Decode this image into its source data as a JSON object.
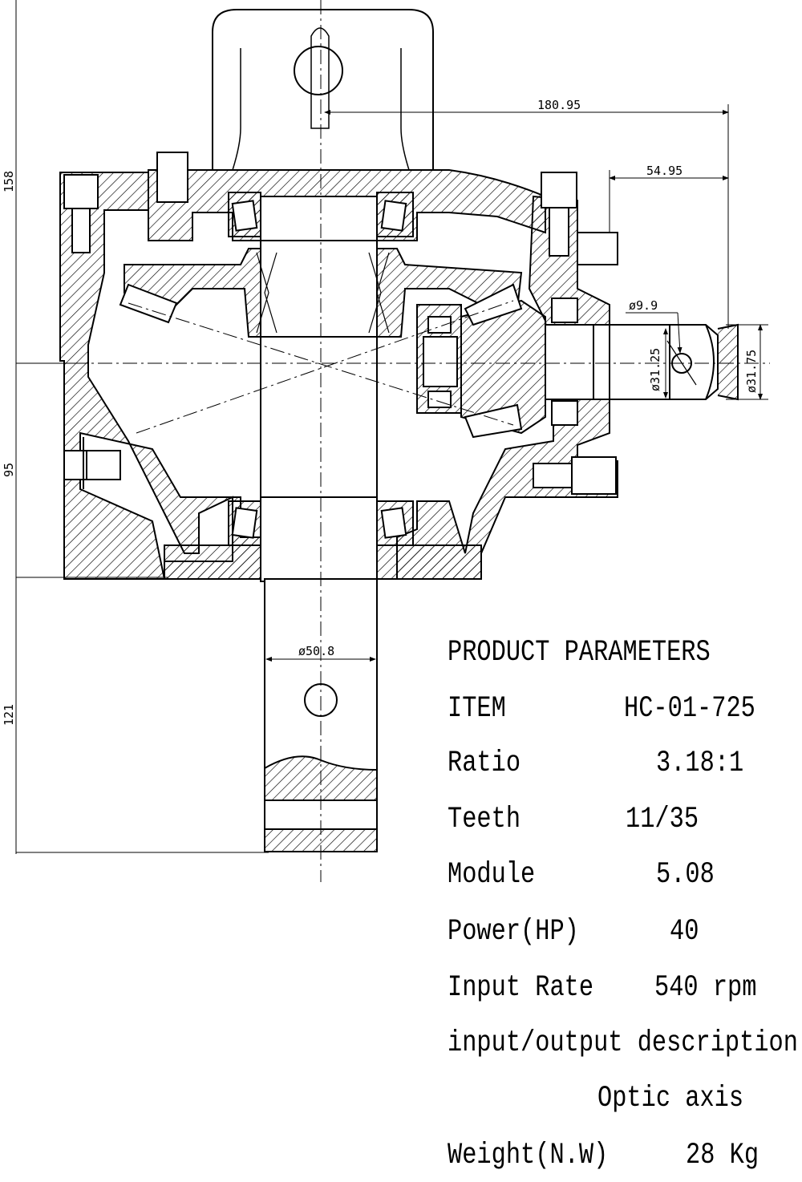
{
  "dimensions": {
    "d_180_95": "180.95",
    "d_54_95": "54.95",
    "d_9_9": "ø9.9",
    "d_31_25": "ø31.25",
    "d_31_75": "ø31.75",
    "d_50_8": "ø50.8",
    "d_158": "158",
    "d_95": "95",
    "d_121": "121"
  },
  "parameters": {
    "heading": "PRODUCT PARAMETERS",
    "item_label": "ITEM",
    "item_value": "HC-01-725",
    "ratio_label": "Ratio",
    "ratio_value": "3.18:1",
    "teeth_label": "Teeth",
    "teeth_value": "11/35",
    "module_label": "Module",
    "module_value": "5.08",
    "power_label": "Power(HP)",
    "power_value": "40",
    "input_rate_label": "Input Rate",
    "input_rate_value": "540 rpm",
    "io_label": "input/output description",
    "io_value": "Optic axis",
    "weight_label": "Weight(N.W)",
    "weight_value": "28 Kg"
  }
}
